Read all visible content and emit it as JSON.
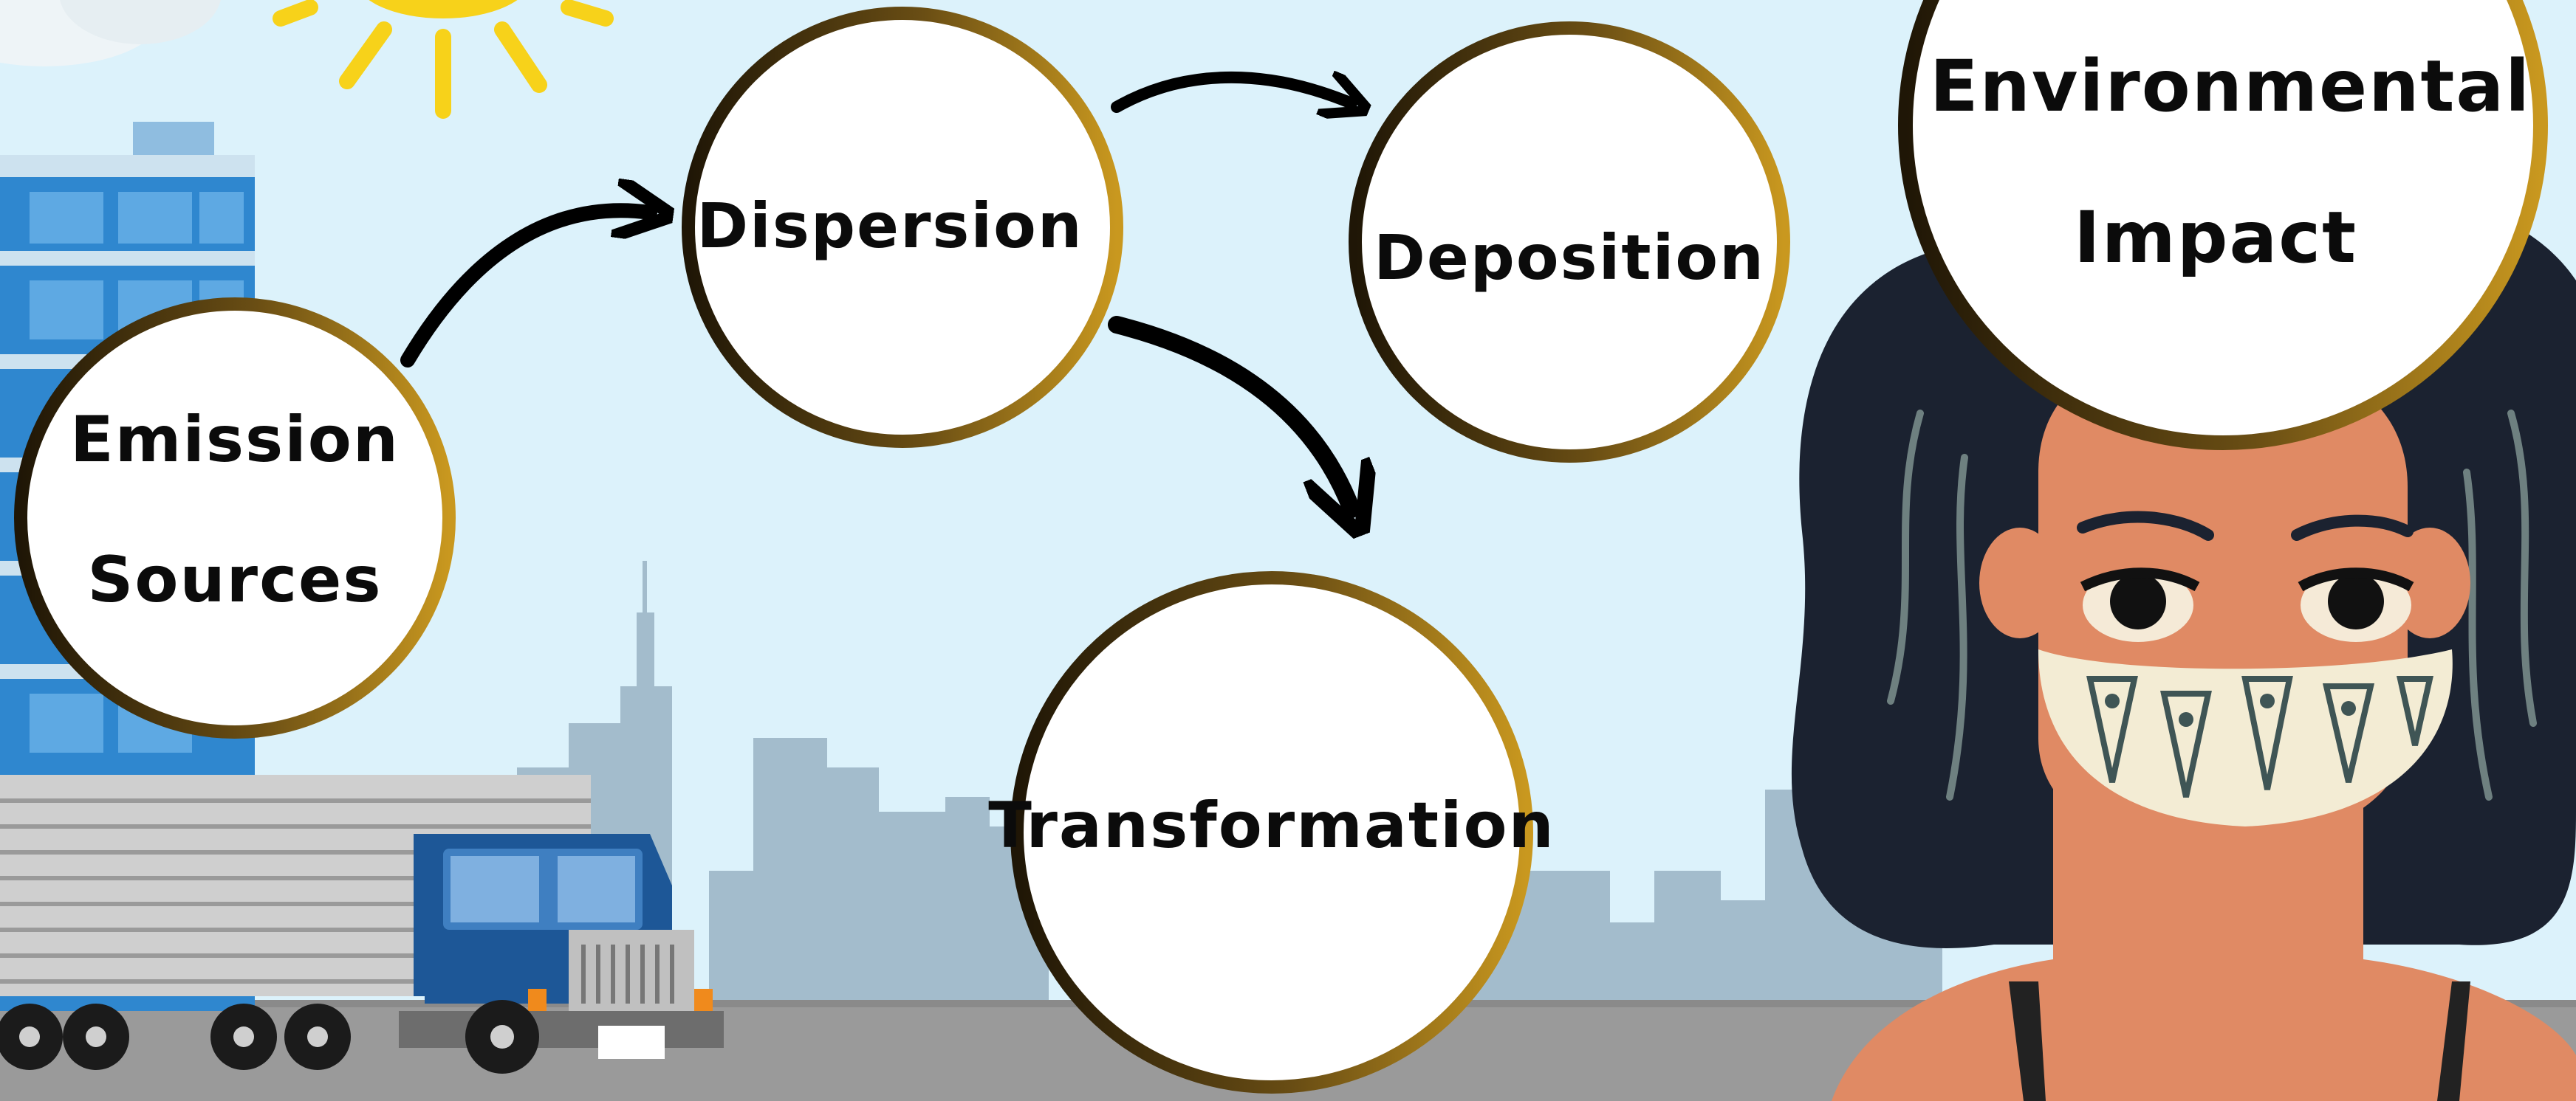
{
  "diagram": {
    "nodes": {
      "emission": {
        "lines": [
          "Emission",
          "Sources"
        ]
      },
      "dispersion": {
        "lines": [
          "Dispersion"
        ]
      },
      "deposition": {
        "lines": [
          "Deposition"
        ]
      },
      "transformation": {
        "lines": [
          "Transformation"
        ]
      },
      "impact": {
        "lines": [
          "Environmental",
          "Impact"
        ]
      }
    },
    "edges": [
      {
        "from": "emission",
        "to": "dispersion"
      },
      {
        "from": "dispersion",
        "to": "deposition"
      },
      {
        "from": "dispersion",
        "to": "transformation"
      }
    ]
  },
  "colors": {
    "sky": "#dcf2fb",
    "skyline": "#a3bccc",
    "road": "#9a9a9a",
    "ring_dark": "#241b08",
    "ring_gold": "#c4921f",
    "arrow": "#000000",
    "building": "#2f87cf",
    "truck_cab": "#1d5797",
    "hair": "#1b2230",
    "skin": "#e08a64",
    "mask": "#f3ecd4",
    "sun": "#f7d21a"
  }
}
